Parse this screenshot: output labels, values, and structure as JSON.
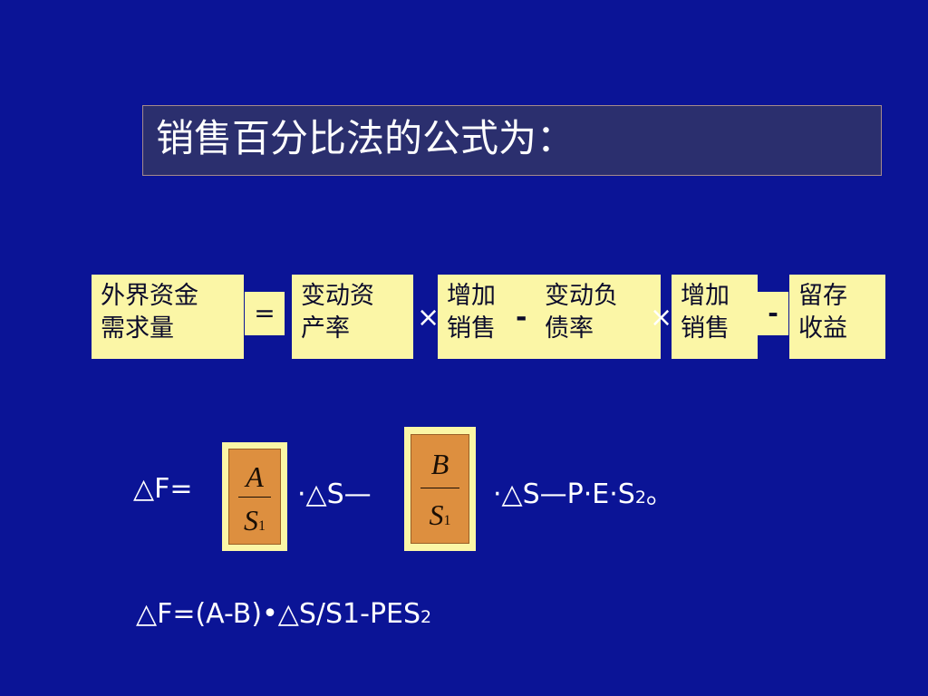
{
  "title": "销售百分比法的公式为：",
  "boxes": {
    "external_funds": [
      "外界资金",
      "需求量"
    ],
    "variable_assets": [
      "变动资",
      "产率"
    ],
    "increase_sales_1": [
      "增加",
      "销售"
    ],
    "variable_liabilities": [
      "变动负",
      "债率"
    ],
    "increase_sales_2": [
      "增加",
      "销售"
    ],
    "retained_earnings": [
      "留存",
      "收益"
    ]
  },
  "operators": {
    "equals": "=",
    "times_1": "×",
    "minus_1": "-",
    "times_2": "×",
    "minus_2": "-"
  },
  "formula1": {
    "lhs": "△F=",
    "frac1_num": "A",
    "frac1_den": "S",
    "frac1_den_sub": "1",
    "mid": "·△S—",
    "frac2_num": "B",
    "frac2_den": "S",
    "frac2_den_sub": "1",
    "tail": "·△S—P·E·S",
    "tail_sub": "2",
    "tail_end": "。"
  },
  "formula2": {
    "text": "△F=(A-B)•△S/S1-PES",
    "sub": "2"
  },
  "colors": {
    "background": "#0b1496",
    "box_fill": "#fbf6a6",
    "fraction_fill": "#dd8f3f"
  }
}
